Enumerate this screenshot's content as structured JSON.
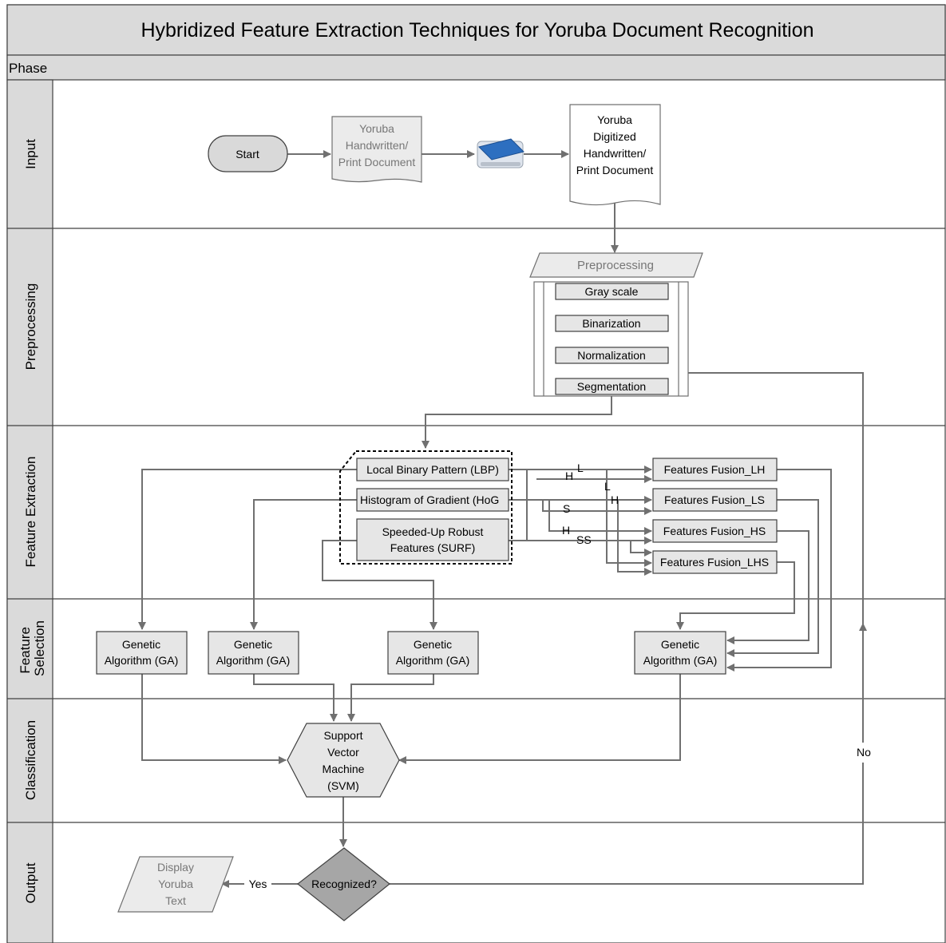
{
  "title": "Hybridized Feature Extraction Techniques for Yoruba Document Recognition",
  "phase_label": "Phase",
  "lanes": [
    "Input",
    "Preprocessing",
    "Feature Extraction",
    "Feature Selection",
    "Classification",
    "Output"
  ],
  "input": {
    "start": "Start",
    "doc1": [
      "Yoruba",
      "Handwritten/",
      "Print Document"
    ],
    "scanner_icon": "scanner-icon",
    "doc2": [
      "Yoruba",
      "Digitized",
      "Handwritten/",
      "Print Document"
    ]
  },
  "preprocessing": {
    "label": "Preprocessing",
    "steps": [
      "Gray scale",
      "Binarization",
      "Normalization",
      "Segmentation"
    ]
  },
  "feature_extraction": {
    "lbp": "Local Binary Pattern (LBP)",
    "hog": "Histogram of Gradient (HoG",
    "surf": [
      "Speeded-Up Robust",
      "Features (SURF)"
    ],
    "fusions": [
      "Features Fusion_LH",
      "Features Fusion_LS",
      "Features Fusion_HS",
      "Features Fusion_LHS"
    ],
    "connector_labels": [
      "L",
      "H",
      "L",
      "S",
      "H",
      "H",
      "SS"
    ]
  },
  "feature_selection": {
    "ga": [
      "Genetic",
      "Algorithm (GA)"
    ]
  },
  "classification": {
    "svm": [
      "Support",
      "Vector",
      "Machine",
      "(SVM)"
    ]
  },
  "output": {
    "decision": "Recognized?",
    "yes": "Yes",
    "no": "No",
    "display": [
      "Display",
      "Yoruba",
      "Text"
    ]
  },
  "colors": {
    "header_fill": "#dadada",
    "box_fill": "#e6e6e6",
    "terminal_fill": "#d9d9d9",
    "decision_fill": "#a6a6a6",
    "connector": "#707070"
  }
}
